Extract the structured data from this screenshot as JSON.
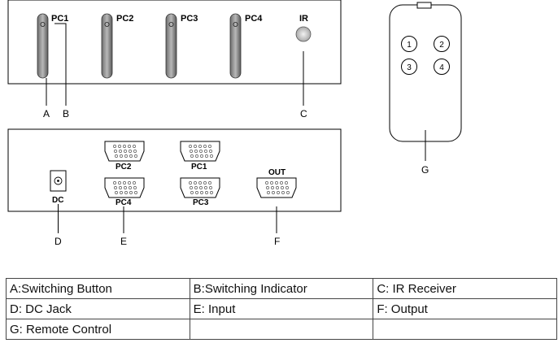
{
  "front_panel": {
    "button_labels": [
      "PC1",
      "PC2",
      "PC3",
      "PC4"
    ],
    "ir_label": "IR"
  },
  "back_panel": {
    "dc_label": "DC",
    "port_labels": {
      "pc1": "PC1",
      "pc2": "PC2",
      "pc3": "PC3",
      "pc4": "PC4",
      "out": "OUT"
    }
  },
  "remote": {
    "buttons": [
      "1",
      "2",
      "3",
      "4"
    ]
  },
  "callouts": {
    "a": "A",
    "b": "B",
    "c": "C",
    "d": "D",
    "e": "E",
    "f": "F",
    "g": "G"
  },
  "legend": {
    "rows": [
      [
        "A:Switching Button",
        "B:Switching Indicator",
        "C: IR Receiver"
      ],
      [
        "D: DC Jack",
        "E: Input",
        "F: Output"
      ],
      [
        "G: Remote Control",
        "",
        ""
      ]
    ]
  }
}
